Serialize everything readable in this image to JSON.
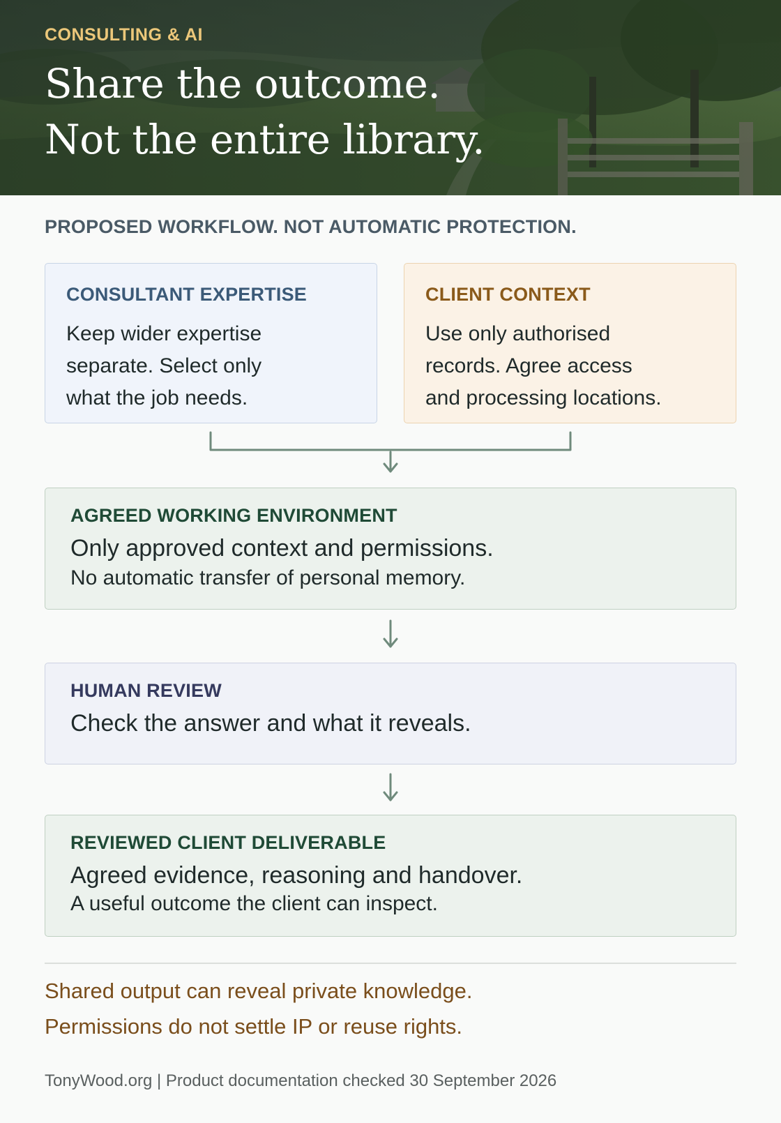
{
  "hero": {
    "eyebrow": "CONSULTING & AI",
    "headline_line1": "Share the outcome.",
    "headline_line2": "Not the entire library."
  },
  "subhead": "PROPOSED WORKFLOW. NOT AUTOMATIC PROTECTION.",
  "consultant_box": {
    "label": "CONSULTANT EXPERTISE",
    "lines": [
      "Keep wider expertise",
      "separate. Select only",
      "what the job needs."
    ]
  },
  "client_box": {
    "label": "CLIENT CONTEXT",
    "lines": [
      "Use only authorised",
      "records. Agree access",
      "and processing locations."
    ]
  },
  "environment_box": {
    "label": "AGREED WORKING ENVIRONMENT",
    "main": "Only approved context and permissions.",
    "sub": "No automatic transfer of personal memory."
  },
  "review_box": {
    "label": "HUMAN REVIEW",
    "main": "Check the answer and what it reveals."
  },
  "deliverable_box": {
    "label": "REVIEWED CLIENT DELIVERABLE",
    "main": "Agreed evidence, reasoning and handover.",
    "sub": "A useful outcome the client can inspect."
  },
  "notes": [
    "Shared output can reveal private knowledge.",
    "Permissions do not settle IP or reuse rights."
  ],
  "footer": "TonyWood.org | Product documentation checked 30 September 2026",
  "colors": {
    "accent_gold": "#ecc77a",
    "connector": "#6f8a7c",
    "note_brown": "#7a4e1c",
    "green_box": "#ecf2ed",
    "blue_box": "#f0f4fb",
    "peach_box": "#fbf2e6"
  }
}
